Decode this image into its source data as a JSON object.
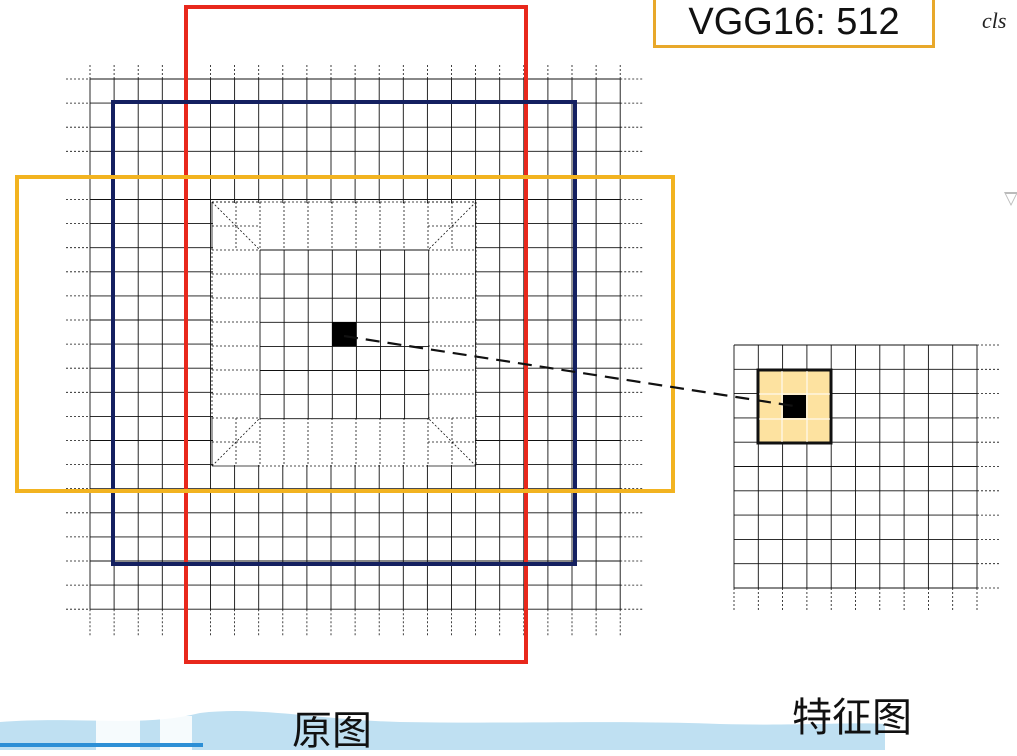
{
  "header": {
    "vgg_label": "VGG16: 512",
    "cls_label": "cls"
  },
  "captions": {
    "original": "原图",
    "feature": "特征图"
  },
  "colors": {
    "red_box": "#e8281c",
    "navy_box": "#142060",
    "orange_box": "#f2b320",
    "grid_line": "#111111",
    "highlight_fill": "#fde2a0",
    "highlight_border": "#111111",
    "wave": "#bfe0f2",
    "progress": "#2c8fd6"
  },
  "original_grid": {
    "columns": 22,
    "rows": 22
  },
  "feature_grid": {
    "columns": 10,
    "rows": 10,
    "highlight_size": 3
  }
}
